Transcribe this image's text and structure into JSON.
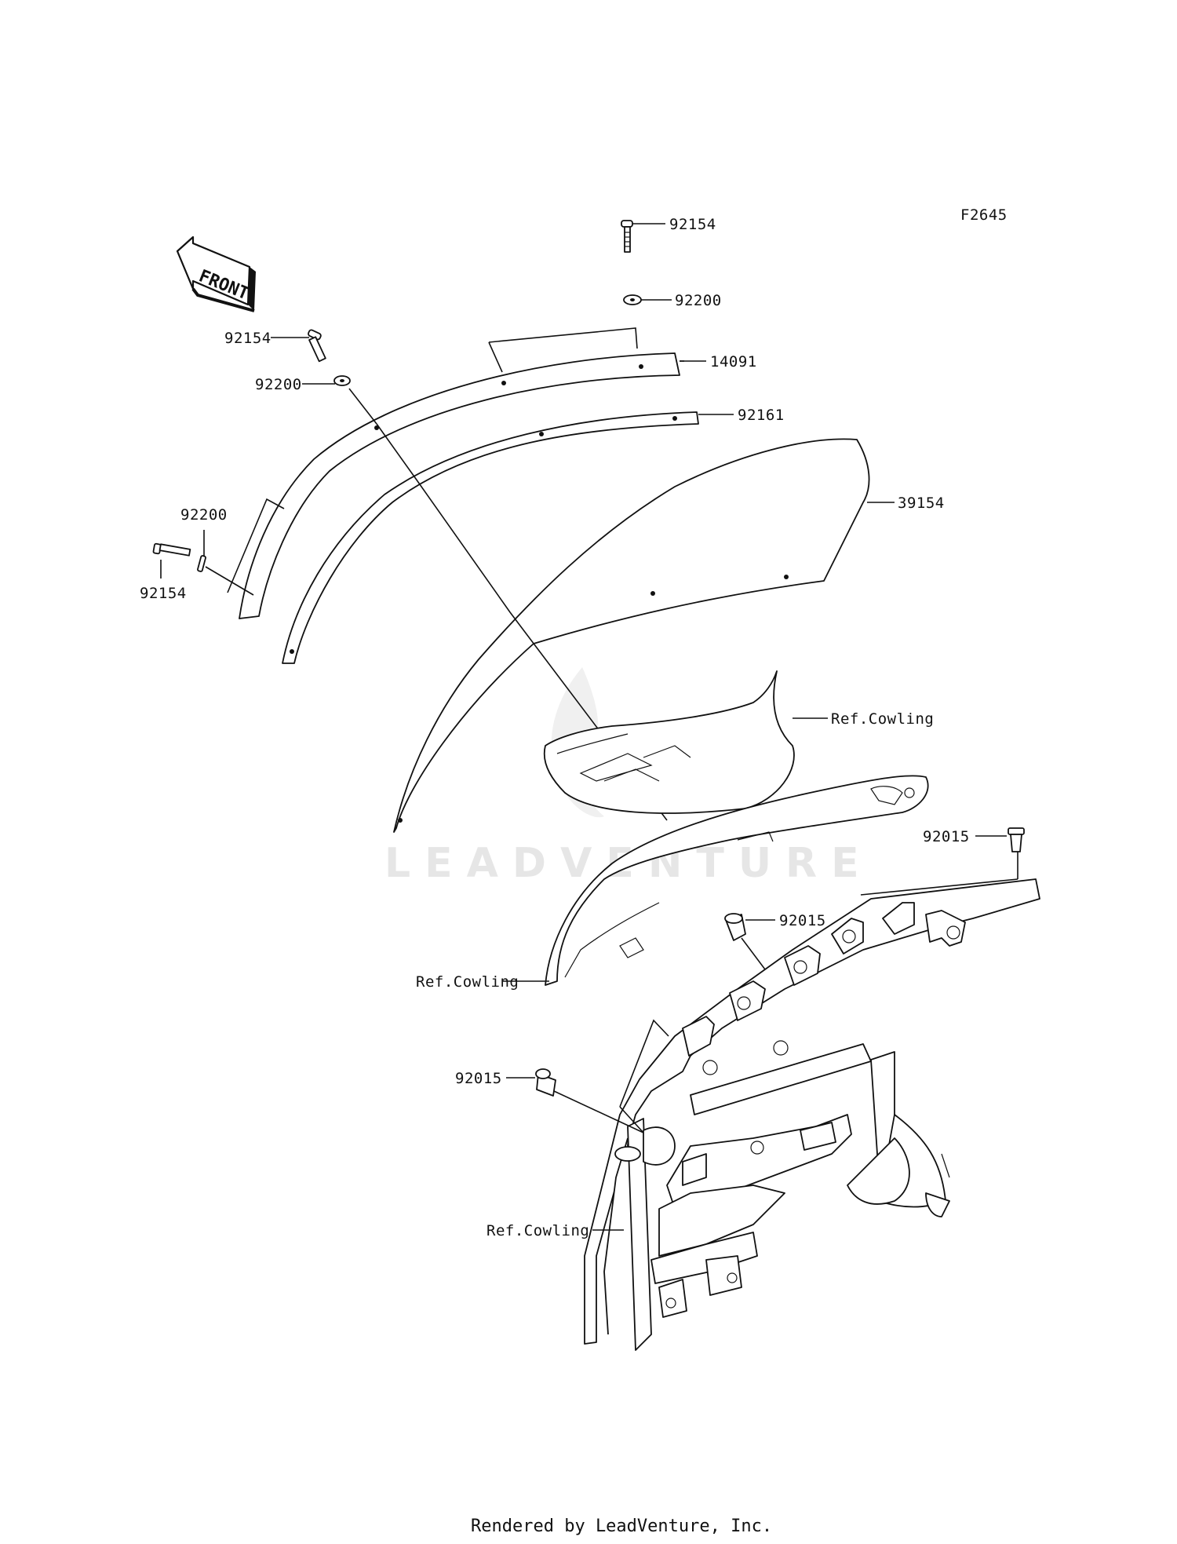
{
  "figure_code": "F2645",
  "front_label": "FRONT",
  "watermark": "LEADVENTURE",
  "footer": "Rendered by LeadVenture, Inc.",
  "callouts": [
    {
      "id": "c-92154-top",
      "label": "92154"
    },
    {
      "id": "c-92200-top",
      "label": "92200"
    },
    {
      "id": "c-14091",
      "label": "14091"
    },
    {
      "id": "c-92154-left",
      "label": "92154"
    },
    {
      "id": "c-92200-left",
      "label": "92200"
    },
    {
      "id": "c-92161",
      "label": "92161"
    },
    {
      "id": "c-39154",
      "label": "39154"
    },
    {
      "id": "c-92200-side",
      "label": "92200"
    },
    {
      "id": "c-92154-side",
      "label": "92154"
    },
    {
      "id": "c-ref-cowling-1",
      "label": "Ref.Cowling"
    },
    {
      "id": "c-92015-right",
      "label": "92015"
    },
    {
      "id": "c-92015-mid",
      "label": "92015"
    },
    {
      "id": "c-ref-cowling-2",
      "label": "Ref.Cowling"
    },
    {
      "id": "c-92015-left",
      "label": "92015"
    },
    {
      "id": "c-ref-cowling-3",
      "label": "Ref.Cowling"
    }
  ]
}
